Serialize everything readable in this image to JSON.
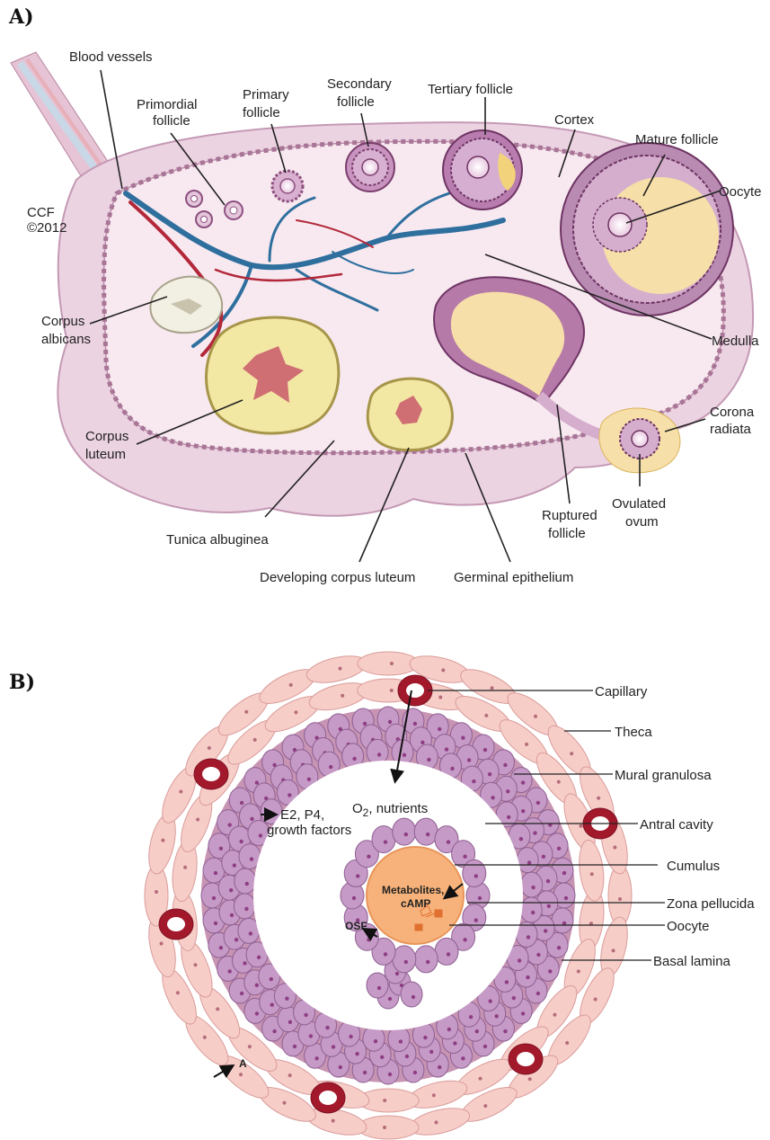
{
  "panel_a": {
    "tag": "A)",
    "copyright": [
      "CCF",
      "©2012"
    ],
    "labels": {
      "blood_vessels": "Blood vessels",
      "primordial": [
        "Primordial",
        "follicle"
      ],
      "primary": [
        "Primary",
        "follicle"
      ],
      "secondary": [
        "Secondary",
        "follicle"
      ],
      "tertiary": "Tertiary follicle",
      "cortex": "Cortex",
      "mature": "Mature follicle",
      "oocyte": "Oocyte",
      "medulla": "Medulla",
      "corpus_albicans": [
        "Corpus",
        "albicans"
      ],
      "corpus_luteum": [
        "Corpus",
        "luteum"
      ],
      "corona_radiata": [
        "Corona",
        "radiata"
      ],
      "ovulated_ovum": [
        "Ovulated",
        "ovum"
      ],
      "ruptured_follicle": [
        "Ruptured",
        "follicle"
      ],
      "tunica_albuginea": "Tunica albuginea",
      "developing_corpus_luteum": "Developing corpus luteum",
      "germinal_epithelium": "Germinal epithelium"
    }
  },
  "panel_b": {
    "tag": "B)",
    "labels": {
      "capillary": "Capillary",
      "theca": "Theca",
      "mural_granulosa": "Mural granulosa",
      "antral_cavity": "Antral cavity",
      "cumulus": "Cumulus",
      "zona_pellucida": "Zona pellucida",
      "oocyte": "Oocyte",
      "basal_lamina": "Basal lamina"
    },
    "annotations": {
      "o2_main": "O",
      "o2_sub": "2",
      "o2_rest": ", nutrients",
      "e2_line1": "E2, P4,",
      "e2_line2": "growth factors",
      "metabolites_line1": "Metabolites,",
      "metabolites_line2": "cAMP",
      "osf": "OSF",
      "a": "A"
    }
  },
  "colors": {
    "ovary_outer": "#e9cfe0",
    "ovary_inner": "#f7e6ee",
    "artery": "#b2283a",
    "vein": "#2f6f9e",
    "follicle": "#a05b8e",
    "luteum": "#f3e7a4",
    "antrum": "#f2d27a",
    "theca": "#f6c7c2",
    "granulosa": "#c99bc7",
    "capillary": "#a3192c",
    "oocyte_b": "#f6b27a"
  }
}
